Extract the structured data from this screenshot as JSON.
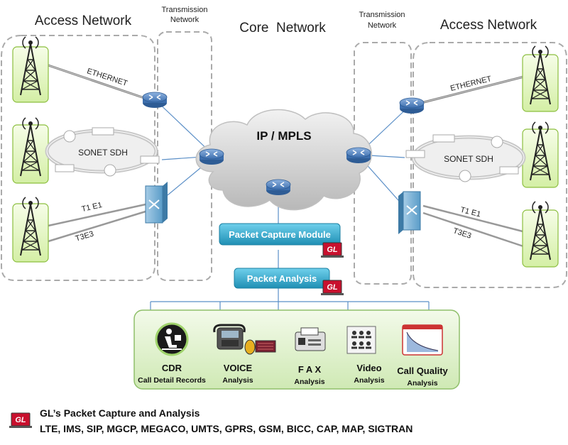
{
  "zones": {
    "access_left": "Access Network",
    "transmission_left": [
      "Transmission",
      "Network"
    ],
    "core": "Core  Network",
    "transmission_right": [
      "Transmission",
      "Network"
    ],
    "access_right": "Access Network"
  },
  "cloud_label": "IP / MPLS",
  "links": {
    "ethernet_left": "ETHERNET",
    "sonet_left": "SONET SDH",
    "t1e1_left": "T1 E1",
    "t3e3_left": "T3E3",
    "ethernet_right": "ETHERNET",
    "sonet_right": "SONET SDH",
    "t1e1_right": "T1 E1",
    "t3e3_right": "T3E3"
  },
  "modules": {
    "capture": "Packet Capture Module",
    "analysis": "Packet Analysis",
    "gl_badge": "GL"
  },
  "apps": [
    {
      "title": "CDR",
      "subtitle": "Call Detail Records",
      "icon": "cdr-person-icon"
    },
    {
      "title": "VOICE",
      "subtitle": "Analysis",
      "icon": "phone-speaker-icon"
    },
    {
      "title": "F A X",
      "subtitle": "Analysis",
      "icon": "fax-icon"
    },
    {
      "title": "Video",
      "subtitle": "Analysis",
      "icon": "video-panel-icon"
    },
    {
      "title": "Call Quality",
      "subtitle": "Analysis",
      "icon": "quality-graph-icon"
    }
  ],
  "footer": {
    "logo": "GL",
    "title": "GL’s Packet Capture and Analysis",
    "protocols": "LTE, IMS, SIP, MGCP, MEGACO, UMTS, GPRS, GSM, BICC, CAP, MAP, SIGTRAN"
  },
  "colors": {
    "router_blue": "#4f81bd",
    "module_teal": "#31a5c6",
    "tower_bg": "#e8f7c8",
    "apps_bg": "#e6f4d2",
    "gl_red": "#c8102e"
  }
}
